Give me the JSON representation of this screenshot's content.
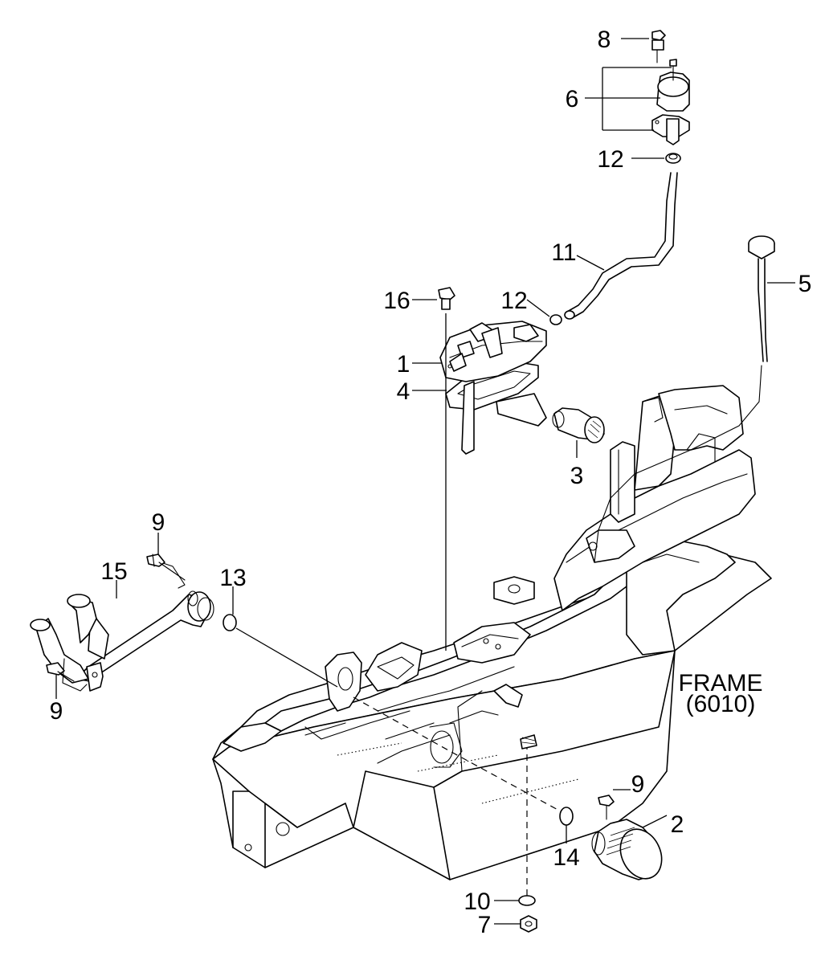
{
  "frame_label": {
    "line1": "FRAME",
    "line2": "(6010)"
  },
  "callouts": {
    "c1": "1",
    "c2": "2",
    "c3": "3",
    "c4": "4",
    "c5": "5",
    "c6": "6",
    "c7": "7",
    "c8": "8",
    "c9a": "9",
    "c9b": "9",
    "c9c": "9",
    "c10": "10",
    "c11": "11",
    "c12a": "12",
    "c12b": "12",
    "c13": "13",
    "c14": "14",
    "c15": "15",
    "c16": "16"
  }
}
